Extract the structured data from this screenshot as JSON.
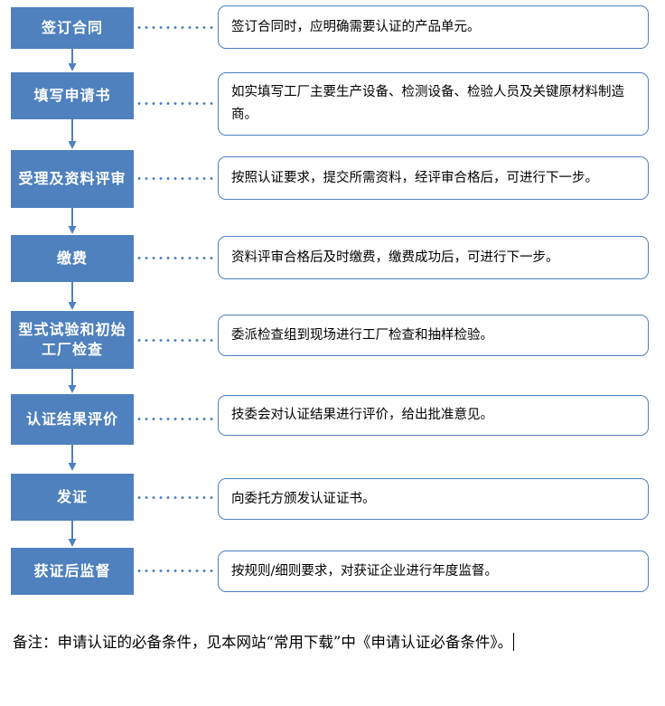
{
  "diagram": {
    "type": "flowchart",
    "title": "",
    "accent_color": "#4E81BD",
    "steps": [
      {
        "label": "签订合同",
        "desc": "签订合同时，应明确需要认证的产品单元。"
      },
      {
        "label": "填写申请书",
        "desc": "如实填写工厂主要生产设备、检测设备、检验人员及关键原材料制造商。"
      },
      {
        "label": "受理及资料评审",
        "desc": "按照认证要求，提交所需资料，经评审合格后，可进行下一步。"
      },
      {
        "label": "缴费",
        "desc": "资料评审合格后及时缴费，缴费成功后，可进行下一步。"
      },
      {
        "label": "型式试验和初始工厂检查",
        "desc": "委派检查组到现场进行工厂检查和抽样检验。"
      },
      {
        "label": "认证结果评价",
        "desc": "技委会对认证结果进行评价，给出批准意见。"
      },
      {
        "label": "发证",
        "desc": "向委托方颁发认证证书。"
      },
      {
        "label": "获证后监督",
        "desc": "按规则/细则要求，对获证企业进行年度监督。"
      }
    ],
    "note": "备注：申请认证的必备条件，见本网站“常用下载”中《申请认证必备条件》。"
  }
}
